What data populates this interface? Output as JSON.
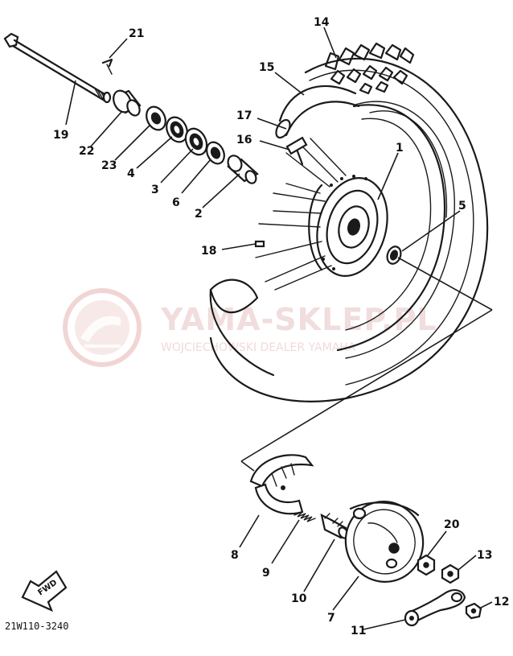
{
  "diagram_code": "21W110-3240",
  "fwd_label": "FWD",
  "watermark": {
    "title": "YAMA-SKLEP.PL",
    "subtitle": "WOJCIECHOWSKI DEALER YAMAHA"
  },
  "callouts": {
    "c1": "1",
    "c2": "2",
    "c3": "3",
    "c4": "4",
    "c5": "5",
    "c6": "6",
    "c7": "7",
    "c8": "8",
    "c9": "9",
    "c10": "10",
    "c11": "11",
    "c12": "12",
    "c13": "13",
    "c14": "14",
    "c15": "15",
    "c16": "16",
    "c17": "17",
    "c18": "18",
    "c19": "19",
    "c20": "20",
    "c21": "21",
    "c22": "22",
    "c23": "23"
  }
}
